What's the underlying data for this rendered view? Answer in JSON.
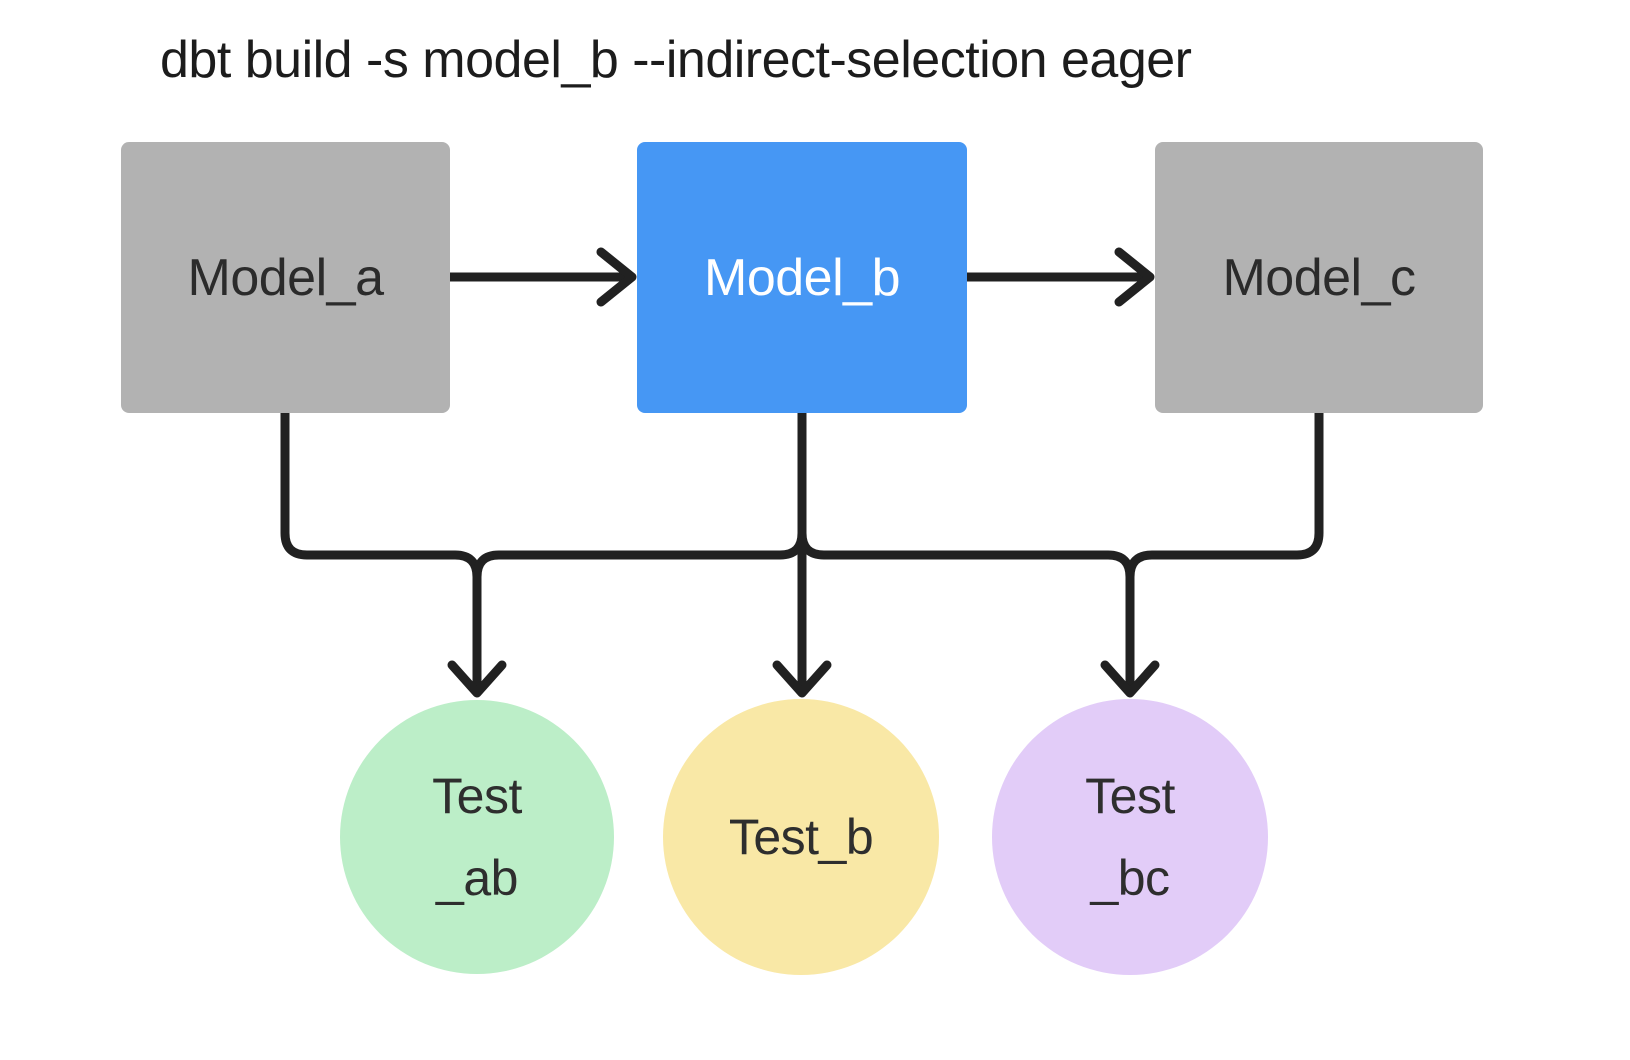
{
  "title": "dbt build -s model_b --indirect-selection eager",
  "colors": {
    "background": "#ffffff",
    "title_text": "#1c1c1c",
    "edge": "#212121",
    "model_gray": "#b2b2b2",
    "model_selected_blue": "#4697f4",
    "test_green": "#bceec8",
    "test_yellow": "#f9e8a6",
    "test_purple": "#e2ccf8"
  },
  "nodes": {
    "model_a": {
      "label": "Model_a",
      "fill": "#b2b2b2",
      "text_color": "#2b2b2b"
    },
    "model_b": {
      "label": "Model_b",
      "fill": "#4697f4",
      "text_color": "#ffffff"
    },
    "model_c": {
      "label": "Model_c",
      "fill": "#b2b2b2",
      "text_color": "#2b2b2b"
    },
    "test_ab": {
      "line1": "Test",
      "line2": "_ab",
      "fill": "#bceec8",
      "text_color": "#2e2e2e"
    },
    "test_b": {
      "line1": "Test_b",
      "line2": "",
      "fill": "#f9e8a6",
      "text_color": "#2e2e2e"
    },
    "test_bc": {
      "line1": "Test",
      "line2": "_bc",
      "fill": "#e2ccf8",
      "text_color": "#2e2e2e"
    }
  }
}
